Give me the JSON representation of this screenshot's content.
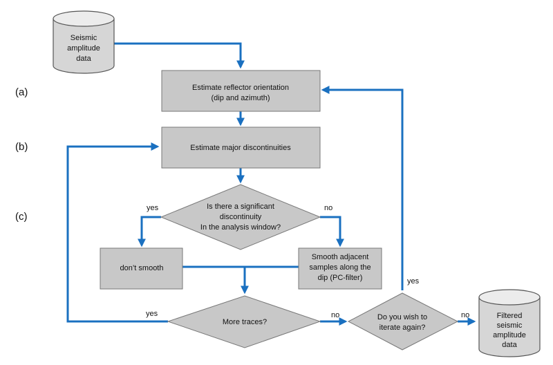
{
  "colors": {
    "arrow": "#1a70c0",
    "box_fill": "#c8c8c8",
    "box_stroke": "#777777",
    "cylinder_fill": "#d6d6d6",
    "cylinder_top": "#ececec"
  },
  "side_labels": {
    "a": "(a)",
    "b": "(b)",
    "c": "(c)"
  },
  "nodes": {
    "input_data": [
      "Seismic",
      "amplitude",
      "data"
    ],
    "estimate_orientation": [
      "Estimate reflector orientation",
      "(dip and azimuth)"
    ],
    "estimate_discontinuities": [
      "Estimate major discontinuities"
    ],
    "decision_discontinuity": [
      "Is there a significant",
      "discontinuity",
      "In the analysis window?"
    ],
    "dont_smooth": [
      "don’t smooth"
    ],
    "smooth_adjacent": [
      "Smooth adjacent",
      "samples along the",
      "dip (PC-filter)"
    ],
    "decision_more_traces": [
      "More traces?"
    ],
    "decision_iterate": [
      "Do you wish to",
      "iterate again?"
    ],
    "output_data": [
      "Filtered",
      "seismic",
      "amplitude",
      "data"
    ]
  },
  "edge_labels": {
    "discontinuity_yes": "yes",
    "discontinuity_no": "no",
    "more_traces_yes": "yes",
    "more_traces_no": "no",
    "iterate_yes": "yes",
    "iterate_no": "no"
  }
}
